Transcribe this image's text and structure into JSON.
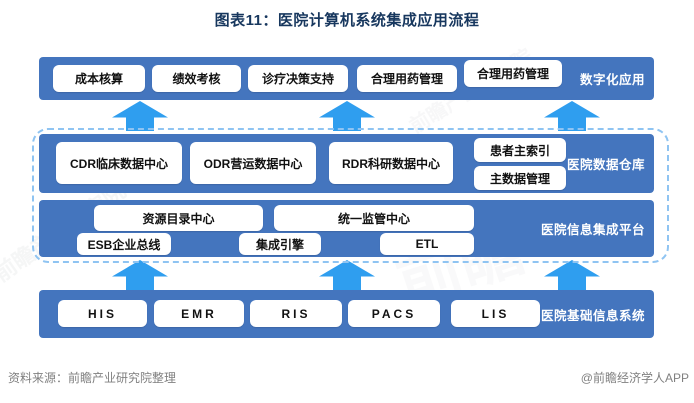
{
  "title": "图表11：医院计算机系统集成应用流程",
  "colors": {
    "bar_blue": "#4475BE",
    "arrow_blue": "#2F9EEF",
    "dashed_border": "#8FC4F2",
    "title_color": "#17375E",
    "footer_gray": "#808080"
  },
  "layers": {
    "digital": {
      "label": "数字化应用",
      "boxes": [
        "成本核算",
        "绩效考核",
        "诊疗决策支持",
        "合理用药管理",
        "合理用药管理"
      ]
    },
    "warehouse": {
      "label": "医院数据仓库",
      "boxes": [
        "CDR临床数据中心",
        "ODR营运数据中心",
        "RDR科研数据中心"
      ],
      "stack": [
        "患者主索引",
        "主数据管理"
      ]
    },
    "platform": {
      "label": "医院信息集成平台",
      "row1": [
        "资源目录中心",
        "统一监管中心"
      ],
      "row2": [
        "ESB企业总线",
        "集成引擎",
        "ETL"
      ]
    },
    "base": {
      "label": "医院基础信息系统",
      "boxes": [
        "HIS",
        "EMR",
        "RIS",
        "PACS",
        "LIS"
      ]
    }
  },
  "footer": {
    "source": "资料来源：前瞻产业研究院整理",
    "brand": "@前瞻经济学人APP"
  },
  "watermark": {
    "text": "前瞻产业研究院",
    "logo_text": "前瞻"
  }
}
